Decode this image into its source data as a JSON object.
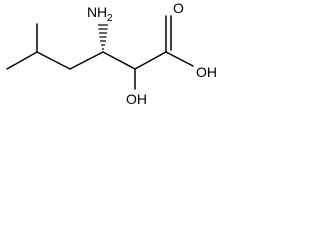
{
  "molecule": {
    "atoms": {
      "amino": {
        "element": "N",
        "hydrogens": "2"
      },
      "hydroxyl": {
        "text": "OH"
      },
      "carboxyl_oxo": {
        "text": "O"
      },
      "carboxyl_hydroxyl": {
        "text": "OH"
      }
    }
  }
}
